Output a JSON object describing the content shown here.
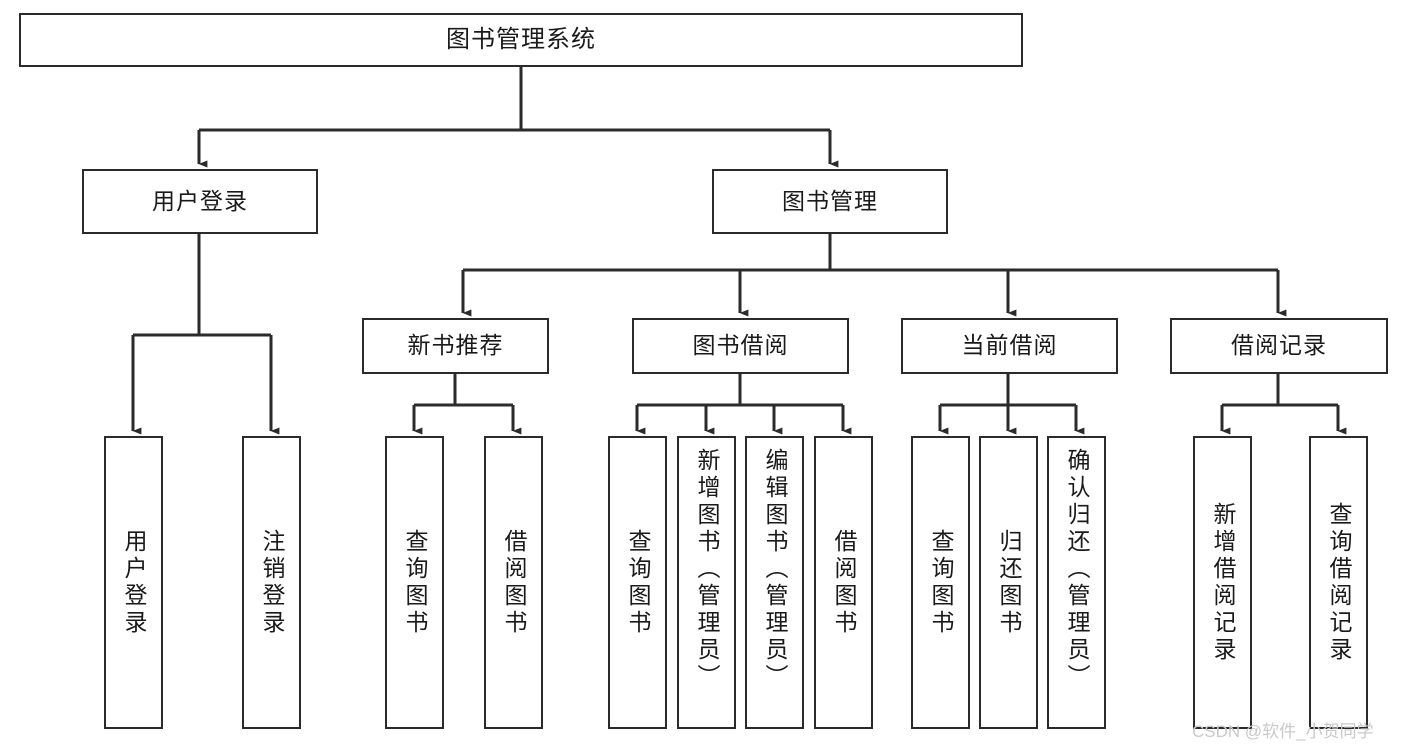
{
  "diagram": {
    "type": "tree-hierarchy",
    "title": "图书管理系统",
    "watermark": "CSDN @软件_小贺同学",
    "colors": {
      "box_border": "#2b2b2b",
      "box_fill": "#ffffff",
      "connector": "#2b2b2b",
      "text": "#1a1a1a",
      "watermark": "#c9c9c9",
      "background": "#ffffff"
    },
    "nodes": {
      "root": {
        "label": "图书管理系统"
      },
      "level1": [
        {
          "id": "user-login",
          "label": "用户登录"
        },
        {
          "id": "book-manage",
          "label": "图书管理"
        }
      ],
      "level2": [
        {
          "id": "new-book-recommend",
          "label": "新书推荐"
        },
        {
          "id": "book-borrow",
          "label": "图书借阅"
        },
        {
          "id": "current-borrow",
          "label": "当前借阅"
        },
        {
          "id": "borrow-record",
          "label": "借阅记录"
        }
      ],
      "leaves": {
        "user_login": [
          {
            "id": "leaf-user-login",
            "label": "用户登录"
          },
          {
            "id": "leaf-logout-login",
            "label": "注销登录"
          }
        ],
        "new_book_recommend": [
          {
            "id": "leaf-query-book-1",
            "label": "查询图书"
          },
          {
            "id": "leaf-borrow-book-1",
            "label": "借阅图书"
          }
        ],
        "book_borrow": [
          {
            "id": "leaf-query-book-2",
            "label": "查询图书"
          },
          {
            "id": "leaf-add-book",
            "label": "新增图书（管理员）"
          },
          {
            "id": "leaf-edit-book",
            "label": "编辑图书（管理员）"
          },
          {
            "id": "leaf-borrow-book-2",
            "label": "借阅图书"
          }
        ],
        "current_borrow": [
          {
            "id": "leaf-query-book-3",
            "label": "查询图书"
          },
          {
            "id": "leaf-return-book",
            "label": "归还图书"
          },
          {
            "id": "leaf-confirm-return",
            "label": "确认归还（管理员）"
          }
        ],
        "borrow_record": [
          {
            "id": "leaf-add-record",
            "label": "新增借阅记录"
          },
          {
            "id": "leaf-query-record",
            "label": "查询借阅记录"
          }
        ]
      }
    }
  }
}
